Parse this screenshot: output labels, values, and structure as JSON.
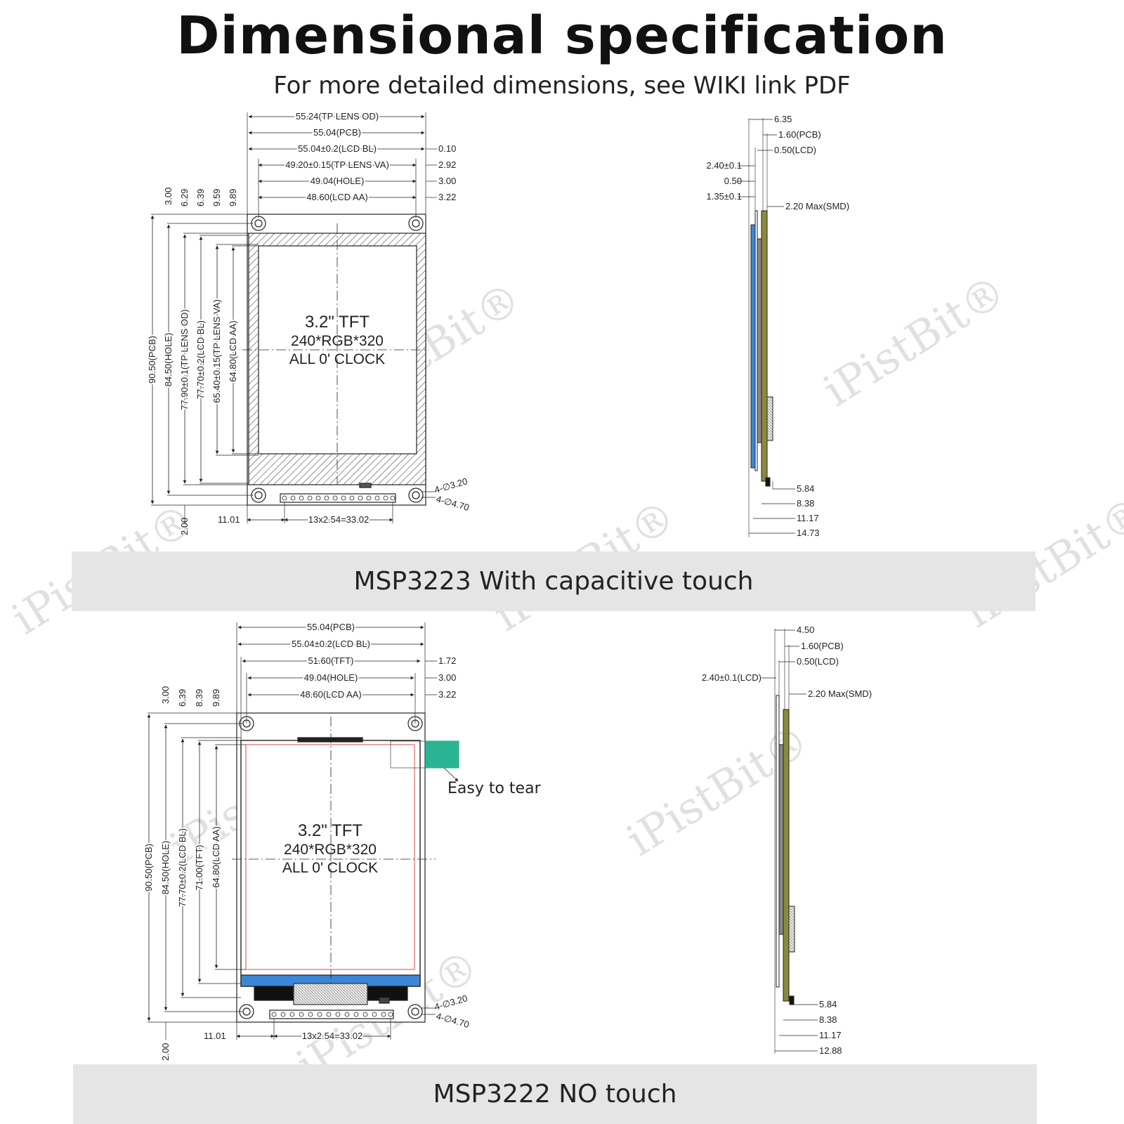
{
  "header": {
    "title": "Dimensional specification",
    "subtitle": "For more detailed dimensions, see WIKI link PDF"
  },
  "watermark": "iPistBit®",
  "top_module": {
    "caption": "MSP3223  With capacitive touch",
    "screen_label": [
      "3.2\" TFT",
      "240*RGB*320",
      "ALL 0' CLOCK"
    ],
    "front_horizontal_dims": [
      "55.24(TP LENS OD)",
      "55.04(PCB)",
      "55.04±0.2(LCD BL)",
      "49.20±0.15(TP LENS VA)",
      "49.04(HOLE)",
      "48.60(LCD AA)"
    ],
    "front_right_dims": [
      "0.10",
      "2.92",
      "3.00",
      "3.22"
    ],
    "front_vertical_top": [
      "3.00",
      "6.29",
      "6.39",
      "9.59",
      "9.89"
    ],
    "front_vertical_dims": [
      "90.50(PCB)",
      "84.50(HOLE)",
      "77.90±0.1(TP LENS OD)",
      "77.70±0.2(LCD BL)",
      "65.40±0.15(TP LENS VA)",
      "64.80(LCD AA)"
    ],
    "hole_dims": [
      "4-∅3.20",
      "4-∅4.70"
    ],
    "bottom_dims": [
      "2.00",
      "11.01",
      "13x2.54=33.02"
    ],
    "side_dims": [
      "6.35",
      "1.60(PCB)",
      "0.50(LCD)",
      "2.40±0.1",
      "0.50",
      "1.35±0.1",
      "2.20 Max(SMD)"
    ],
    "side_bottom_dims": [
      "5.84",
      "8.38",
      "11.17",
      "14.73"
    ]
  },
  "bottom_module": {
    "caption": "MSP3222  NO touch",
    "screen_label": [
      "3.2\" TFT",
      "240*RGB*320",
      "ALL 0' CLOCK"
    ],
    "tear_label": "Easy to tear",
    "front_horizontal_dims": [
      "55.04(PCB)",
      "55.04±0.2(LCD BL)",
      "51.60(TFT)",
      "49.04(HOLE)",
      "48.60(LCD AA)"
    ],
    "front_right_dims": [
      "1.72",
      "3.00",
      "3.22"
    ],
    "front_vertical_top": [
      "3.00",
      "6.39",
      "8.39",
      "9.89"
    ],
    "front_vertical_dims": [
      "90.50(PCB)",
      "84.50(HOLE)",
      "77.70±0.2(LCD BL)",
      "71.00(TFT)",
      "64.80(LCD AA)"
    ],
    "hole_dims": [
      "4-∅3.20",
      "4-∅4.70"
    ],
    "bottom_dims": [
      "2.00",
      "11.01",
      "13x2.54=33.02"
    ],
    "side_dims": [
      "4.50",
      "1.60(PCB)",
      "0.50(LCD)",
      "2.40±0.1(LCD)",
      "2.20 Max(SMD)"
    ],
    "side_bottom_dims": [
      "5.84",
      "8.38",
      "11.17",
      "12.88"
    ]
  },
  "colors": {
    "pcb_green": "#8a8a3c",
    "lens_blue": "#3b86d6",
    "tab_teal": "#2bb493",
    "band_gray": "#e5e5e5",
    "active_area_red": "#d96b6b"
  }
}
